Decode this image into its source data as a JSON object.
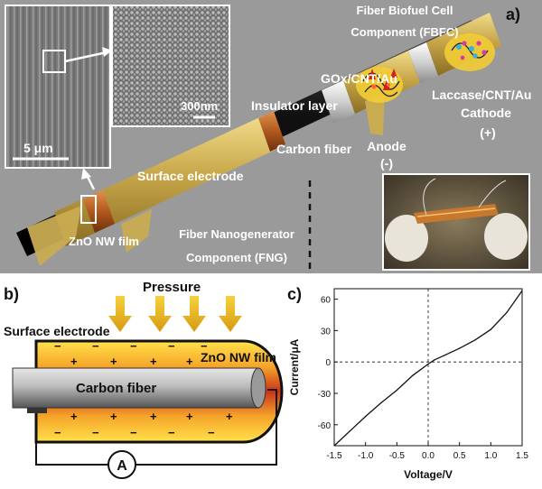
{
  "panel_a": {
    "label": "a)",
    "fbfc_line1": "Fiber Biofuel Cell",
    "fbfc_line2": "Component (FBFC)",
    "gox_label": "GOx/CNT/Au",
    "laccase_label": "Laccase/CNT/Au",
    "cathode_label": "Cathode",
    "cathode_sign": "(+)",
    "insulator_label": "Insulator layer",
    "carbon_fiber_label": "Carbon fiber",
    "anode_label": "Anode",
    "anode_sign": "(-)",
    "surface_electrode_label": "Surface electrode",
    "zno_label": "ZnO NW film",
    "fng_line1": "Fiber Nanogenerator",
    "fng_line2": "Component (FNG)",
    "sem_scale_large": "5 μm",
    "sem_scale_small": "300nm"
  },
  "panel_b": {
    "label": "b)",
    "pressure_label": "Pressure",
    "surface_electrode_label": "Surface electrode",
    "zno_label": "ZnO NW film",
    "carbon_fiber_label": "Carbon fiber",
    "ammeter_label": "A",
    "plus_sign": "+",
    "minus_sign": "−"
  },
  "chart_data": {
    "type": "line",
    "panel_label": "c)",
    "xlabel": "Voltage/V",
    "ylabel": "Current/μA",
    "x_ticks": [
      "-1.5",
      "-1.0",
      "-0.5",
      "0.0",
      "0.5",
      "1.0",
      "1.5"
    ],
    "y_ticks": [
      "60",
      "30",
      "0",
      "-30",
      "-60"
    ],
    "xlim": [
      -1.5,
      1.5
    ],
    "ylim": [
      -80,
      70
    ],
    "x": [
      -1.5,
      -1.25,
      -1.0,
      -0.75,
      -0.5,
      -0.25,
      0.0,
      0.1,
      0.25,
      0.5,
      0.75,
      1.0,
      1.25,
      1.5
    ],
    "y": [
      -82,
      -66,
      -52,
      -39,
      -27,
      -13,
      -2,
      2,
      6,
      13,
      21,
      31,
      47,
      68
    ]
  }
}
